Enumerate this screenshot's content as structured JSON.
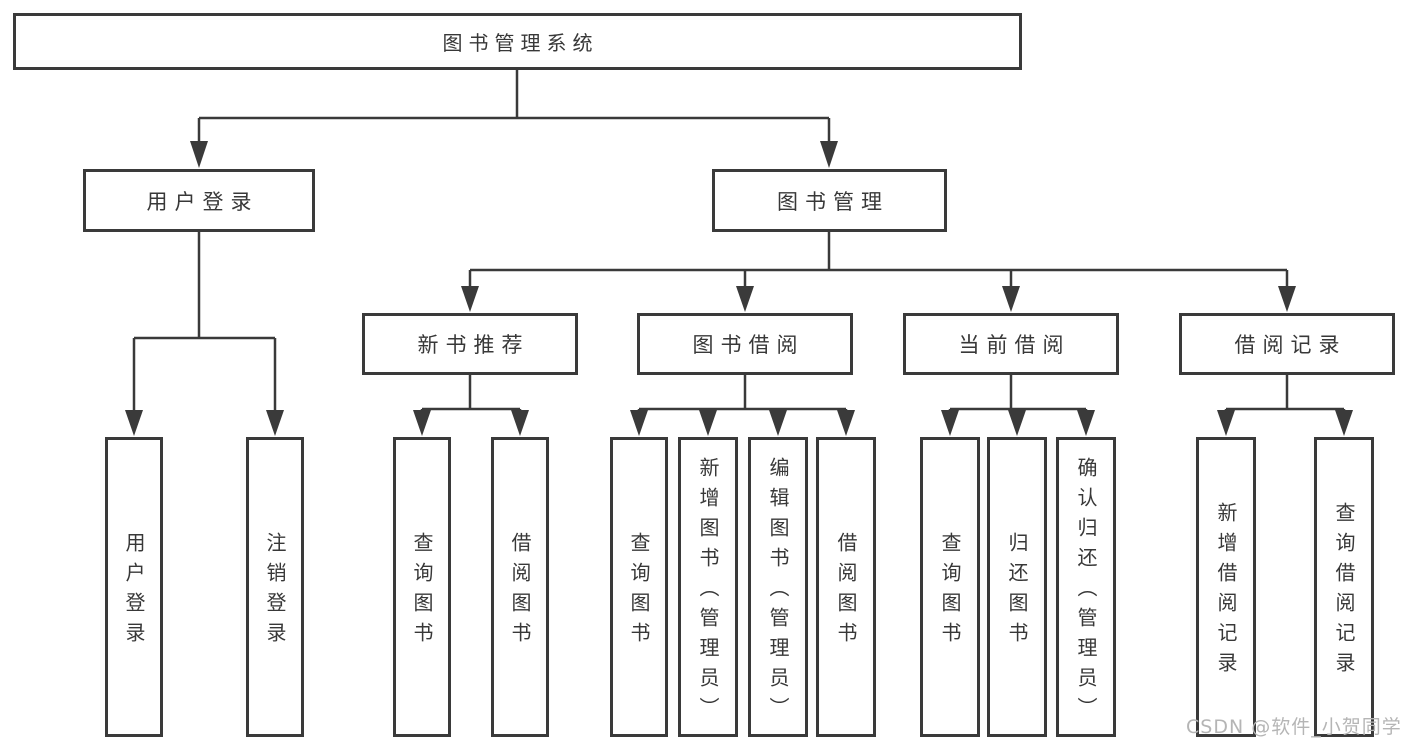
{
  "diagram": {
    "tree": {
      "root": {
        "label": "图书管理系统",
        "children": [
          {
            "label": "用户登录",
            "children": [
              {
                "label": "用户登录"
              },
              {
                "label": "注销登录"
              }
            ]
          },
          {
            "label": "图书管理",
            "children": [
              {
                "label": "新书推荐",
                "children": [
                  {
                    "label": "查询图书"
                  },
                  {
                    "label": "借阅图书"
                  }
                ]
              },
              {
                "label": "图书借阅",
                "children": [
                  {
                    "label": "查询图书"
                  },
                  {
                    "label": "新增图书（管理员）"
                  },
                  {
                    "label": "编辑图书（管理员）"
                  },
                  {
                    "label": "借阅图书"
                  }
                ]
              },
              {
                "label": "当前借阅",
                "children": [
                  {
                    "label": "查询图书"
                  },
                  {
                    "label": "归还图书"
                  },
                  {
                    "label": "确认归还（管理员）"
                  }
                ]
              },
              {
                "label": "借阅记录",
                "children": [
                  {
                    "label": "新增借阅记录"
                  },
                  {
                    "label": "查询借阅记录"
                  }
                ]
              }
            ]
          }
        ]
      }
    },
    "icons": {
      "arrowhead": "filled-down-triangle ▼"
    },
    "colors": {
      "line": "#3a3a3a",
      "border": "#3a3a3a",
      "text": "#383838",
      "background": "#ffffff",
      "watermark_text": "#b5b5b5"
    },
    "watermark": "CSDN @软件_小贺同学"
  }
}
